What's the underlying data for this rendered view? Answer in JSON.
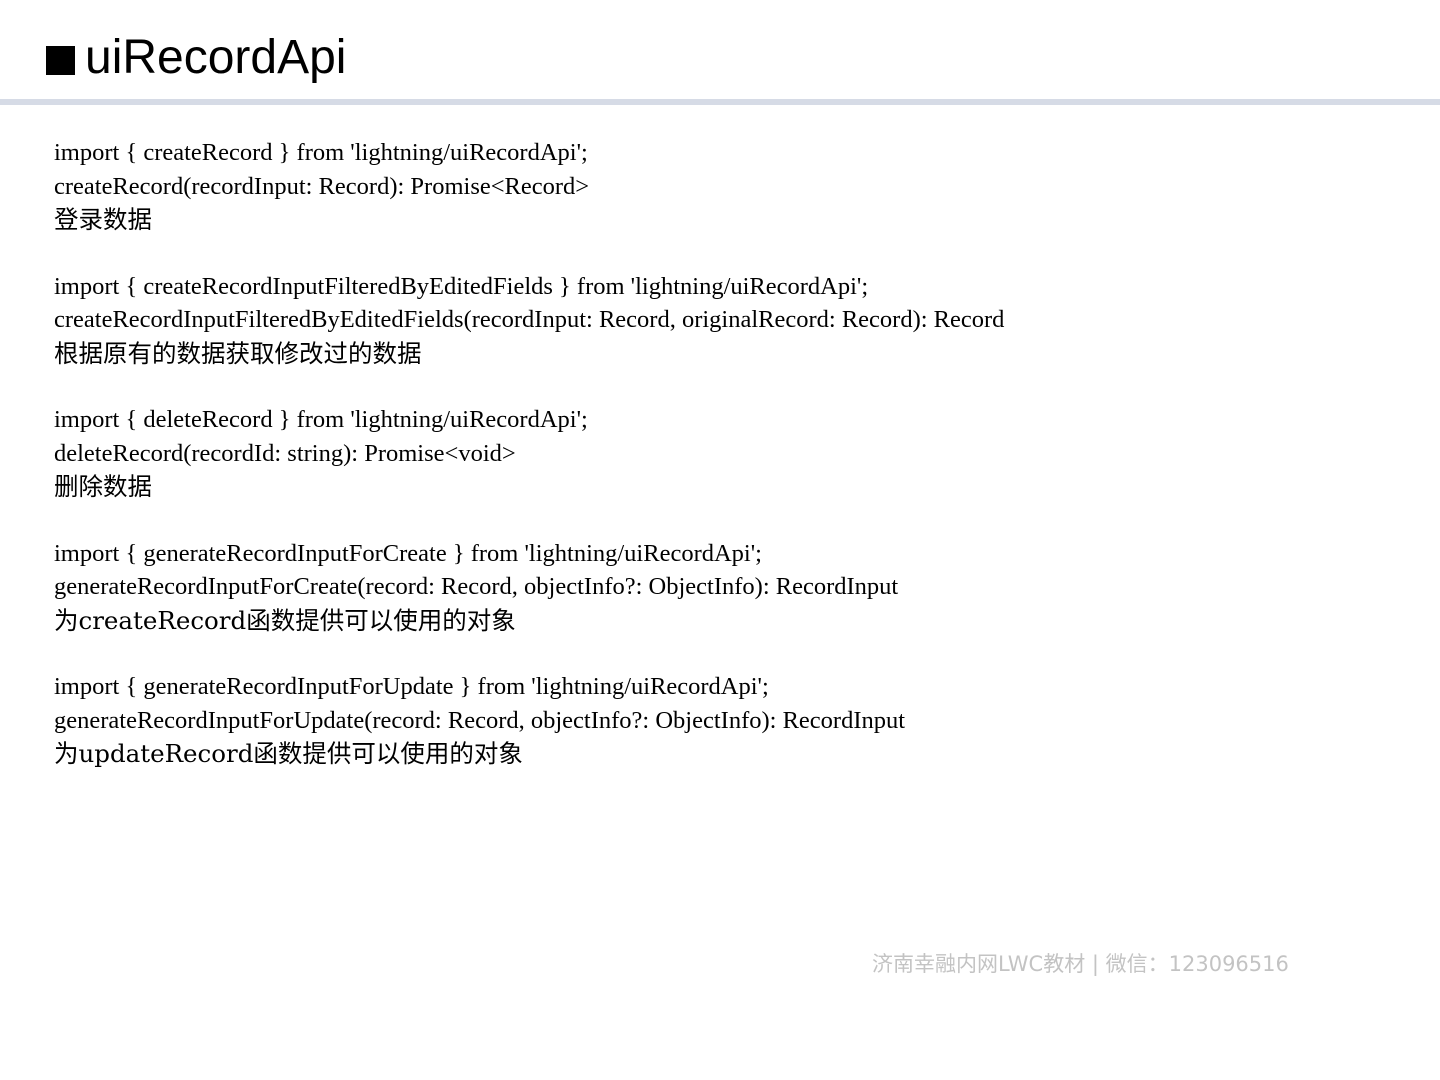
{
  "header": {
    "bullet_icon": "black-square-bullet",
    "title": "uiRecordApi"
  },
  "blocks": [
    {
      "import_line": "import { createRecord } from 'lightning/uiRecordApi';",
      "signature": "createRecord(recordInput: Record): Promise<Record>",
      "description": "登录数据"
    },
    {
      "import_line": "import { createRecordInputFilteredByEditedFields } from 'lightning/uiRecordApi';",
      "signature": "createRecordInputFilteredByEditedFields(recordInput: Record, originalRecord: Record): Record",
      "description": "根据原有的数据获取修改过的数据"
    },
    {
      "import_line": "import { deleteRecord } from 'lightning/uiRecordApi';",
      "signature": "deleteRecord(recordId: string): Promise<void>",
      "description": "删除数据"
    },
    {
      "import_line": "import { generateRecordInputForCreate } from 'lightning/uiRecordApi';",
      "signature": "generateRecordInputForCreate(record: Record, objectInfo?: ObjectInfo): RecordInput",
      "description": "为createRecord函数提供可以使用的对象"
    },
    {
      "import_line": "import { generateRecordInputForUpdate } from 'lightning/uiRecordApi';",
      "signature": "generateRecordInputForUpdate(record: Record, objectInfo?: ObjectInfo): RecordInput",
      "description": "为updateRecord函数提供可以使用的对象"
    }
  ],
  "watermark": "济南幸融内网LWC教材 | 微信：123096516",
  "colors": {
    "text": "#000000",
    "header_rule": "#d6dbe6",
    "watermark": "#c3c3c3"
  }
}
